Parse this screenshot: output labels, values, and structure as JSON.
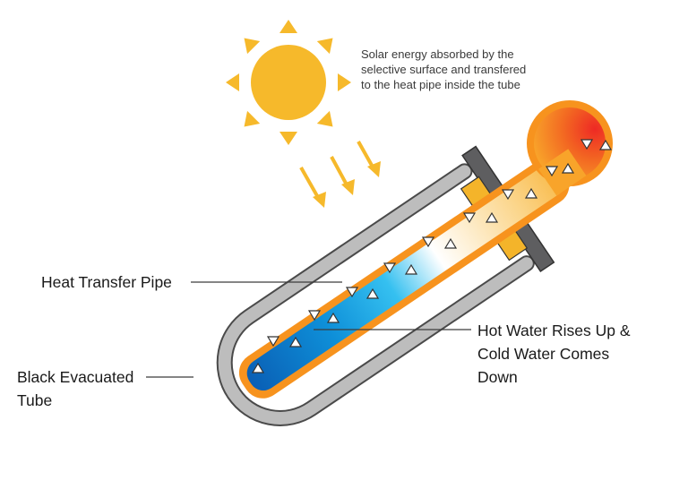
{
  "caption": {
    "lines": [
      "Solar energy absorbed by the",
      "selective surface and transfered",
      "to the heat pipe inside the tube"
    ]
  },
  "labels": {
    "heat_transfer_pipe": "Heat Transfer Pipe",
    "black_evacuated_tube": [
      "Black Evacuated",
      "Tube"
    ],
    "hot_water": [
      "Hot Water Rises Up &",
      "Cold Water Comes",
      "Down"
    ]
  },
  "icons": {
    "sun": "sun-icon",
    "rays": "sunlight-arrow-icon",
    "flow_markers": "triangle-icon"
  },
  "colors": {
    "sun": "#F6B92B",
    "tube_gray": "#BDBDBD",
    "tube_outline": "#4A4A4A",
    "collar_dark": "#5E5E60",
    "collar_yellow": "#F4B42A",
    "pipe_orange": "#F7931E",
    "cold_blue": "#0A6BBF",
    "light_blue": "#2BB8F0",
    "warm_yellow": "#F9C35C",
    "hot_red": "#EE3124",
    "leader_line": "#3C3C3C"
  }
}
